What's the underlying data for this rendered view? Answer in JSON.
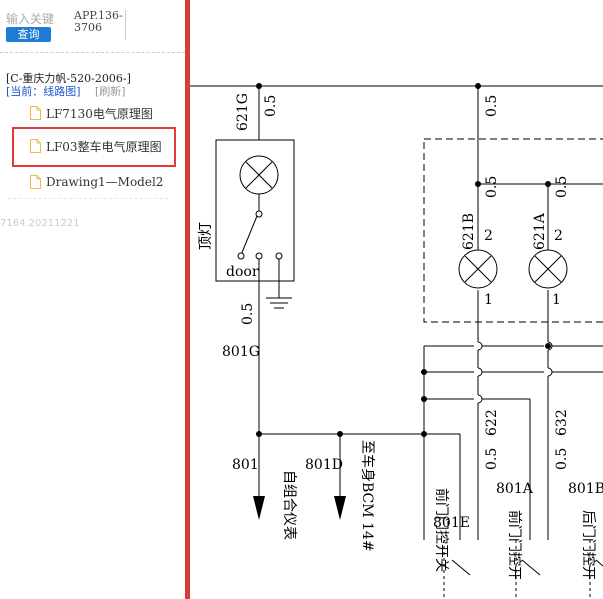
{
  "search": {
    "placeholder": "输入关键",
    "button_label": "查询"
  },
  "app_version": "APP.136-3706",
  "project": {
    "name": "[C-重庆力帆-520-2006-]",
    "current_label": "[当前：线路图]",
    "refresh_label": "[刷新]"
  },
  "tree": {
    "items": [
      {
        "label": "LF7130电气原理图"
      },
      {
        "label": "LF03整车电气原理图"
      },
      {
        "label": "Drawing1—Model2"
      }
    ]
  },
  "build_id": "7164.20211221",
  "colors": {
    "accent": "#1f7bd6",
    "highlight": "#e23b3b",
    "folder_icon": "#f0b45a"
  },
  "diagram": {
    "wire_621g": "621G",
    "gauge_a": "0.5",
    "gauge_b": "0.5",
    "gauge_c": "0.5",
    "gauge_d": "0.5",
    "gauge_e": "0.5",
    "dome_light": "顶灯",
    "door": "door",
    "gauge_f": "0.5",
    "wire_801g": "801G",
    "wire_621b": "621B",
    "wire_621a": "621A",
    "pin_2a": "2",
    "pin_2b": "2",
    "pin_1a": "1",
    "pin_1b": "1",
    "wire_801": "801",
    "wire_801d": "801D",
    "dest_cluster": "自组合仪表",
    "dest_bcm": "至车身BCM 14#",
    "gauge_g": "0.5",
    "wire_622": "622",
    "gauge_h": "0.5",
    "wire_632": "632",
    "wire_801a": "801A",
    "wire_801b": "801B",
    "wire_801e": "801E",
    "switch_1": "前门门控开关",
    "switch_2": "前门门控开",
    "switch_3": "后门门控开"
  }
}
